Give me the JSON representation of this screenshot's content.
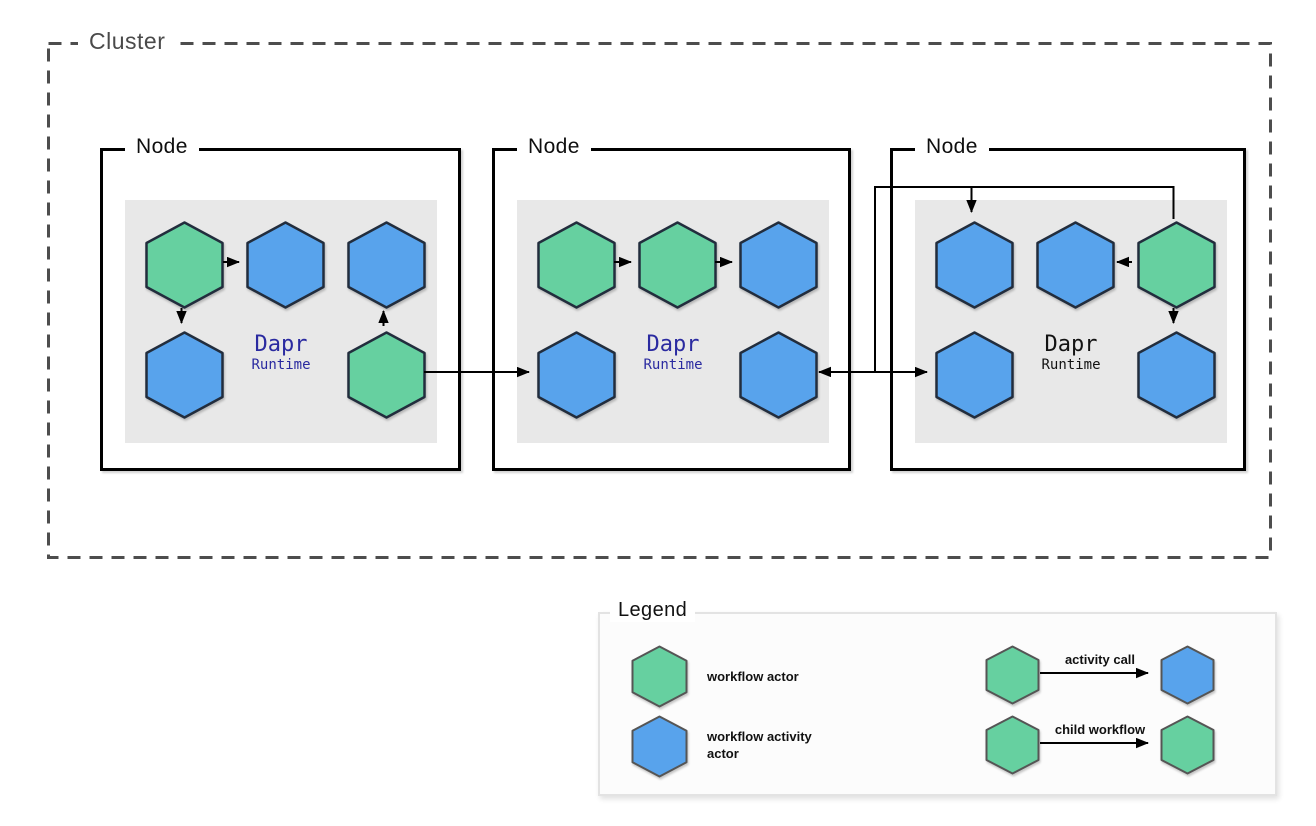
{
  "colors": {
    "workflow-actor": "#66d0a0",
    "activity-actor": "#58a3ec",
    "hex-stroke": "#222d3d",
    "legend-hex-stroke": "#555555",
    "node-border": "#000000",
    "cluster-border": "#4d4d4d",
    "node-inner-bg": "#e8e8e8",
    "legend-bg": "#fcfcfc",
    "legend-border": "#e3e3e3",
    "arrow": "#000000",
    "runtime-navy": "#2a2aa0",
    "runtime-dark": "#131313"
  },
  "cluster": {
    "label": "Cluster"
  },
  "nodes": [
    {
      "label": "Node",
      "runtime_title": "Dapr",
      "runtime_subtitle": "Runtime",
      "runtime_color": "#2a2aa0",
      "actors": [
        {
          "row": 0,
          "col": 0,
          "type": "workflow"
        },
        {
          "row": 0,
          "col": 1,
          "type": "activity"
        },
        {
          "row": 0,
          "col": 2,
          "type": "activity"
        },
        {
          "row": 1,
          "col": 0,
          "type": "activity"
        },
        {
          "row": 1,
          "col": 2,
          "type": "workflow"
        }
      ]
    },
    {
      "label": "Node",
      "runtime_title": "Dapr",
      "runtime_subtitle": "Runtime",
      "runtime_color": "#2a2aa0",
      "actors": [
        {
          "row": 0,
          "col": 0,
          "type": "workflow"
        },
        {
          "row": 0,
          "col": 1,
          "type": "workflow"
        },
        {
          "row": 0,
          "col": 2,
          "type": "activity"
        },
        {
          "row": 1,
          "col": 0,
          "type": "activity"
        },
        {
          "row": 1,
          "col": 2,
          "type": "activity"
        }
      ]
    },
    {
      "label": "Node",
      "runtime_title": "Dapr",
      "runtime_subtitle": "Runtime",
      "runtime_color": "#131313",
      "actors": [
        {
          "row": 0,
          "col": 0,
          "type": "activity"
        },
        {
          "row": 0,
          "col": 1,
          "type": "activity"
        },
        {
          "row": 0,
          "col": 2,
          "type": "workflow"
        },
        {
          "row": 1,
          "col": 0,
          "type": "activity"
        },
        {
          "row": 1,
          "col": 2,
          "type": "activity"
        }
      ]
    }
  ],
  "legend": {
    "title": "Legend",
    "items": [
      {
        "type": "workflow",
        "label": "workflow actor"
      },
      {
        "type": "activity",
        "label": "workflow activity actor"
      }
    ],
    "edges": [
      {
        "from": "workflow",
        "to": "activity",
        "label": "activity call"
      },
      {
        "from": "workflow",
        "to": "workflow",
        "label": "child workflow"
      }
    ]
  }
}
